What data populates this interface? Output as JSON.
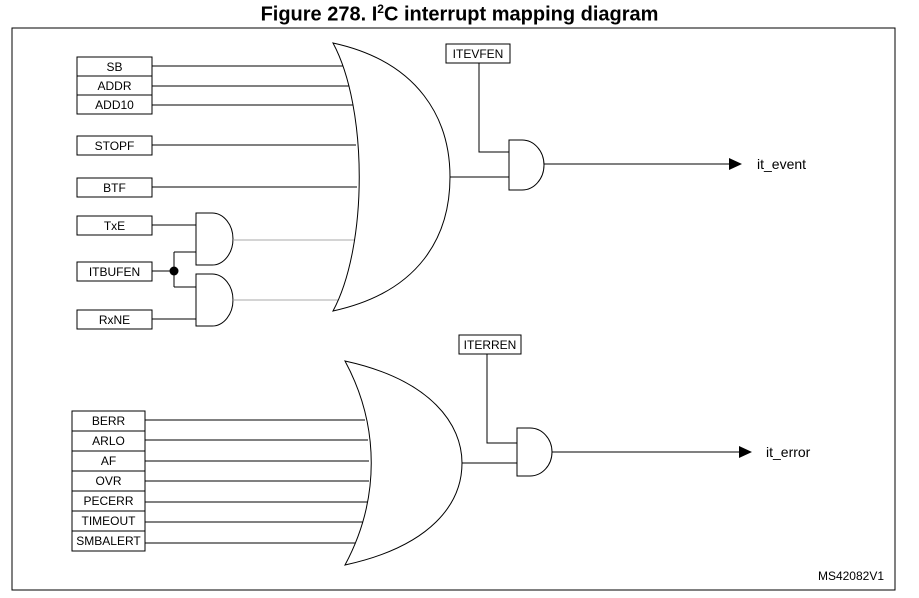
{
  "title": {
    "prefix": "Figure 278. I",
    "sup": "2",
    "suffix": "C interrupt mapping diagram"
  },
  "signals": {
    "sb": "SB",
    "addr": "ADDR",
    "add10": "ADD10",
    "stopf": "STOPF",
    "btf": "BTF",
    "txe": "TxE",
    "itbufen": "ITBUFEN",
    "rxne": "RxNE",
    "itevfen": "ITEVFEN",
    "iterren": "ITERREN",
    "berr": "BERR",
    "arlo": "ARLO",
    "af": "AF",
    "ovr": "OVR",
    "pecerr": "PECERR",
    "timeout": "TIMEOUT",
    "smbalert": "SMBALERT"
  },
  "outputs": {
    "event": "it_event",
    "error": "it_error"
  },
  "reference": "MS42082V1"
}
